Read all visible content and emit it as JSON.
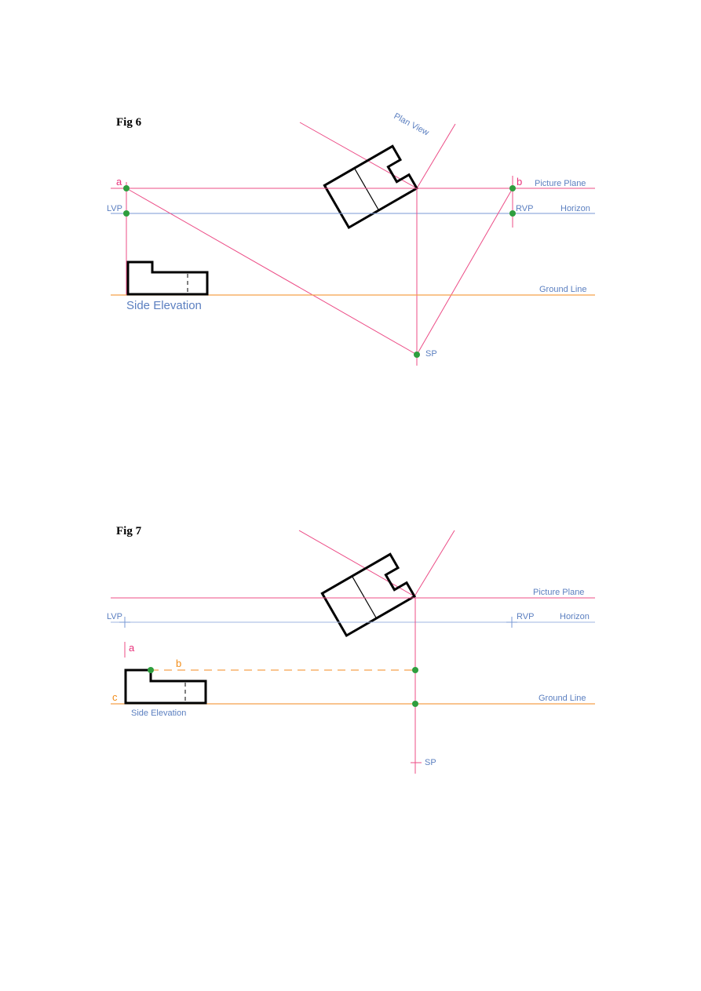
{
  "fig6": {
    "title": "Fig 6",
    "plan_view": "Plan View",
    "point_a": "a",
    "point_b": "b",
    "picture_plane": "Picture Plane",
    "lvp": "LVP",
    "rvp": "RVP",
    "horizon": "Horizon",
    "ground_line": "Ground Line",
    "side_elevation": "Side Elevation",
    "sp": "SP"
  },
  "fig7": {
    "title": "Fig 7",
    "picture_plane": "Picture Plane",
    "lvp": "LVP",
    "rvp": "RVP",
    "horizon": "Horizon",
    "point_a": "a",
    "point_b": "b",
    "point_c": "c",
    "ground_line": "Ground Line",
    "side_elevation": "Side Elevation",
    "sp": "SP"
  }
}
